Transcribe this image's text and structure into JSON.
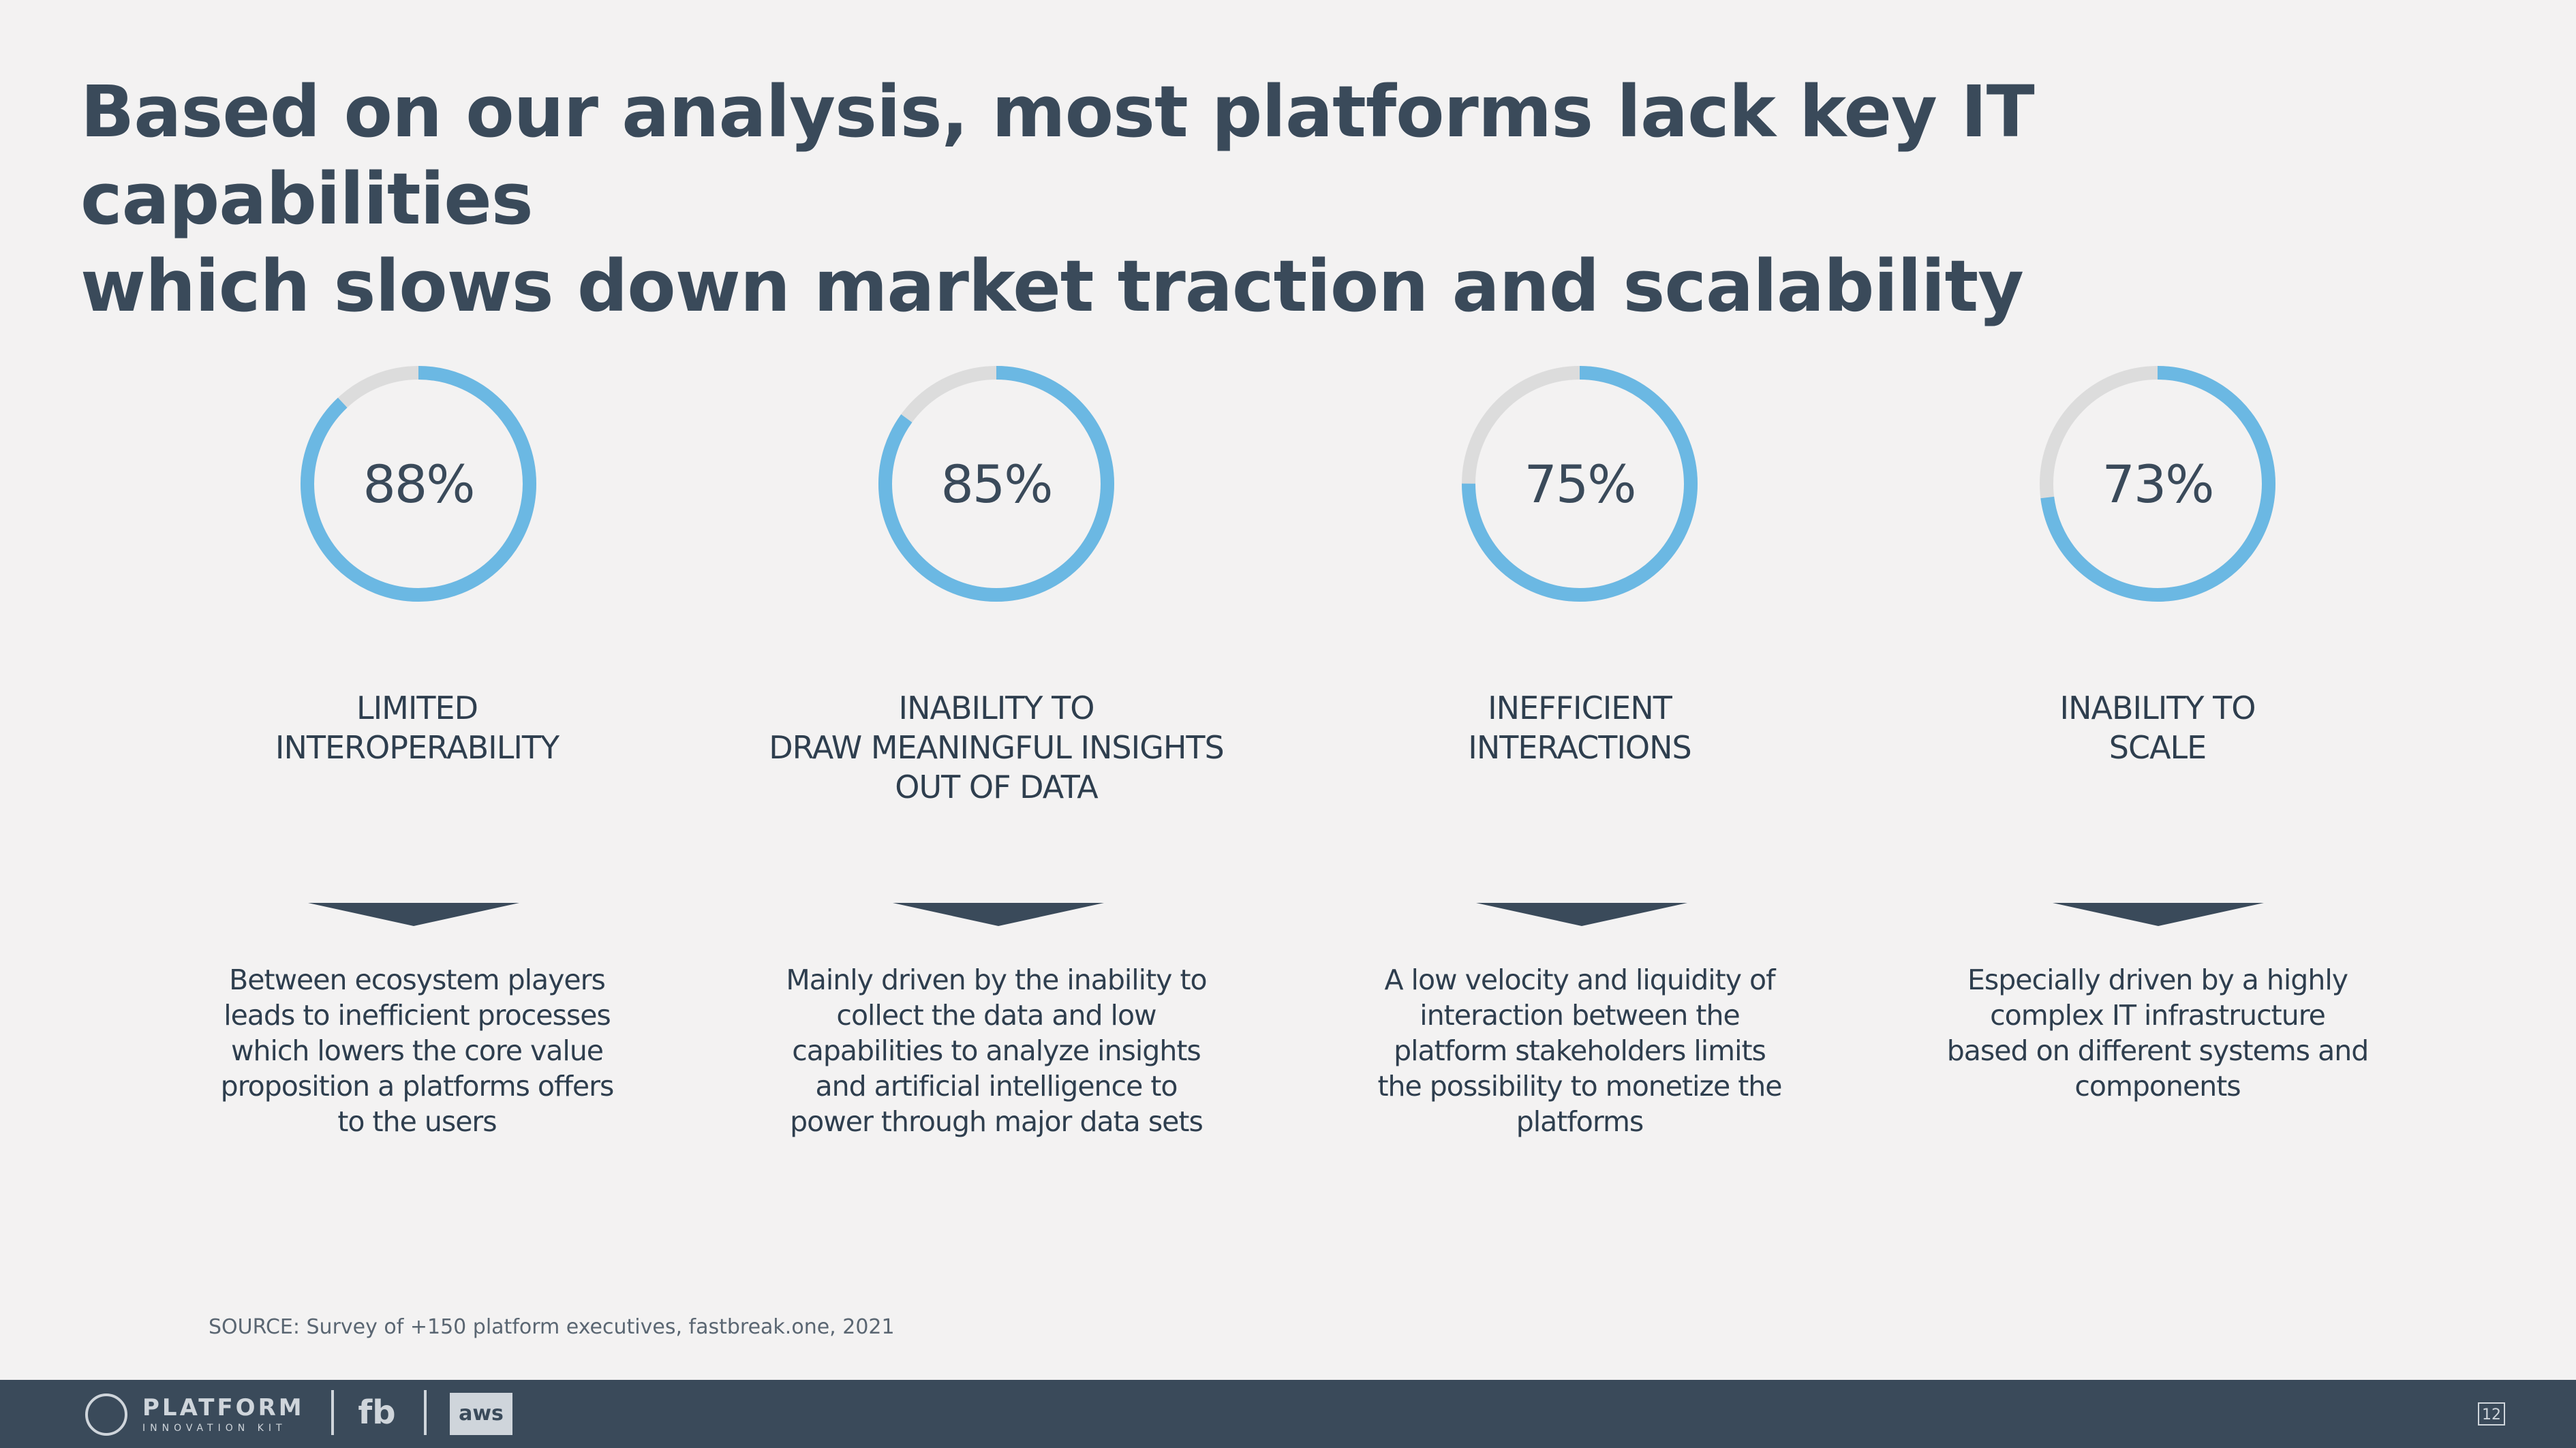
{
  "title": {
    "line1": "Based on our analysis, most platforms lack key IT capabilities",
    "line2": "which slows down market traction and scalability"
  },
  "colors": {
    "ring": "#6bb8e3",
    "ring_track": "#dcdcdc",
    "text_dark": "#3a4a5a",
    "footer": "#3a4a5a"
  },
  "items": [
    {
      "percent": 88,
      "percent_label": "88%",
      "caption": [
        "LIMITED",
        "INTEROPERABILITY"
      ],
      "description": [
        "Between ecosystem players",
        "leads to inefficient processes",
        "which lowers the core value",
        "proposition a platforms offers",
        "to the users"
      ]
    },
    {
      "percent": 85,
      "percent_label": "85%",
      "caption": [
        "INABILITY TO",
        "DRAW MEANINGFUL INSIGHTS",
        "OUT OF  DATA"
      ],
      "description": [
        "Mainly driven by the inability to",
        "collect the data and low",
        "capabilities to analyze insights",
        "and artificial intelligence to",
        "power through major data sets"
      ]
    },
    {
      "percent": 75,
      "percent_label": "75%",
      "caption": [
        "INEFFICIENT",
        "INTERACTIONS"
      ],
      "description": [
        "A low velocity and liquidity of",
        "interaction between the",
        "platform stakeholders limits",
        "the possibility to monetize the",
        "platforms"
      ]
    },
    {
      "percent": 73,
      "percent_label": "73%",
      "caption": [
        "INABILITY TO",
        "SCALE"
      ],
      "description": [
        "Especially driven by a highly",
        "complex IT infrastructure",
        "based on different systems and",
        "components"
      ]
    }
  ],
  "source": "SOURCE: Survey of +150 platform executives, fastbreak.one, 2021",
  "footer": {
    "brand_name": "PLATFORM",
    "brand_sub": "INNOVATION KIT",
    "logo_fb": "fb",
    "logo_aws": "aws",
    "page_number": "12"
  }
}
